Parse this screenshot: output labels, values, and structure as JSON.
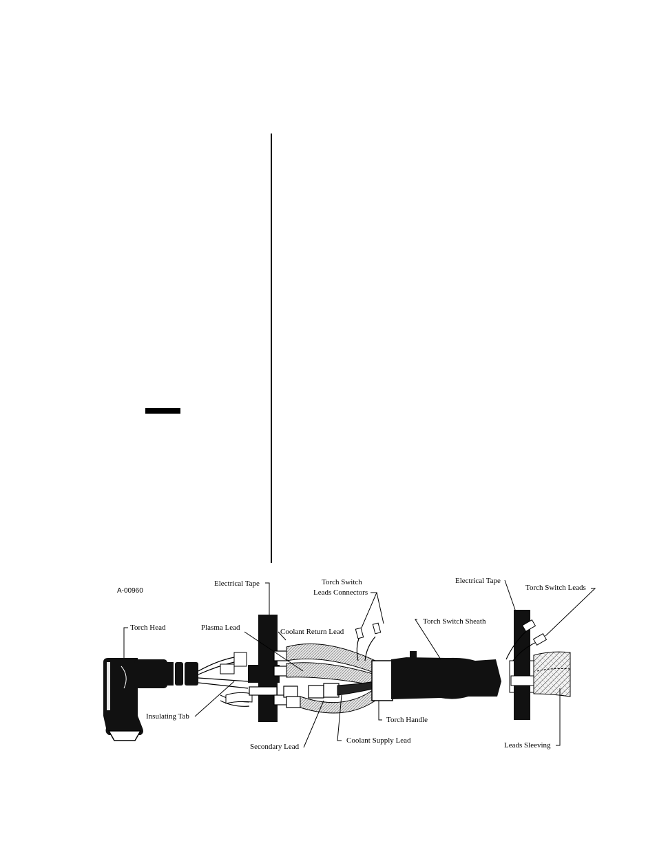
{
  "figure_id": "A-00960",
  "labels": {
    "torch_head": "Torch Head",
    "plasma_lead": "Plasma Lead",
    "electrical_tape_left": "Electrical Tape",
    "torch_switch_leads_connectors_1": "Torch Switch",
    "torch_switch_leads_connectors_2": "Leads Connectors",
    "coolant_return_lead": "Coolant Return Lead",
    "torch_switch_sheath": "Torch Switch Sheath",
    "electrical_tape_right": "Electrical Tape",
    "torch_switch_leads": "Torch Switch Leads",
    "insulating_tab": "Insulating Tab",
    "secondary_lead": "Secondary Lead",
    "coolant_supply_lead": "Coolant Supply Lead",
    "torch_handle": "Torch Handle",
    "leads_sleeving": "Leads Sleeving"
  }
}
